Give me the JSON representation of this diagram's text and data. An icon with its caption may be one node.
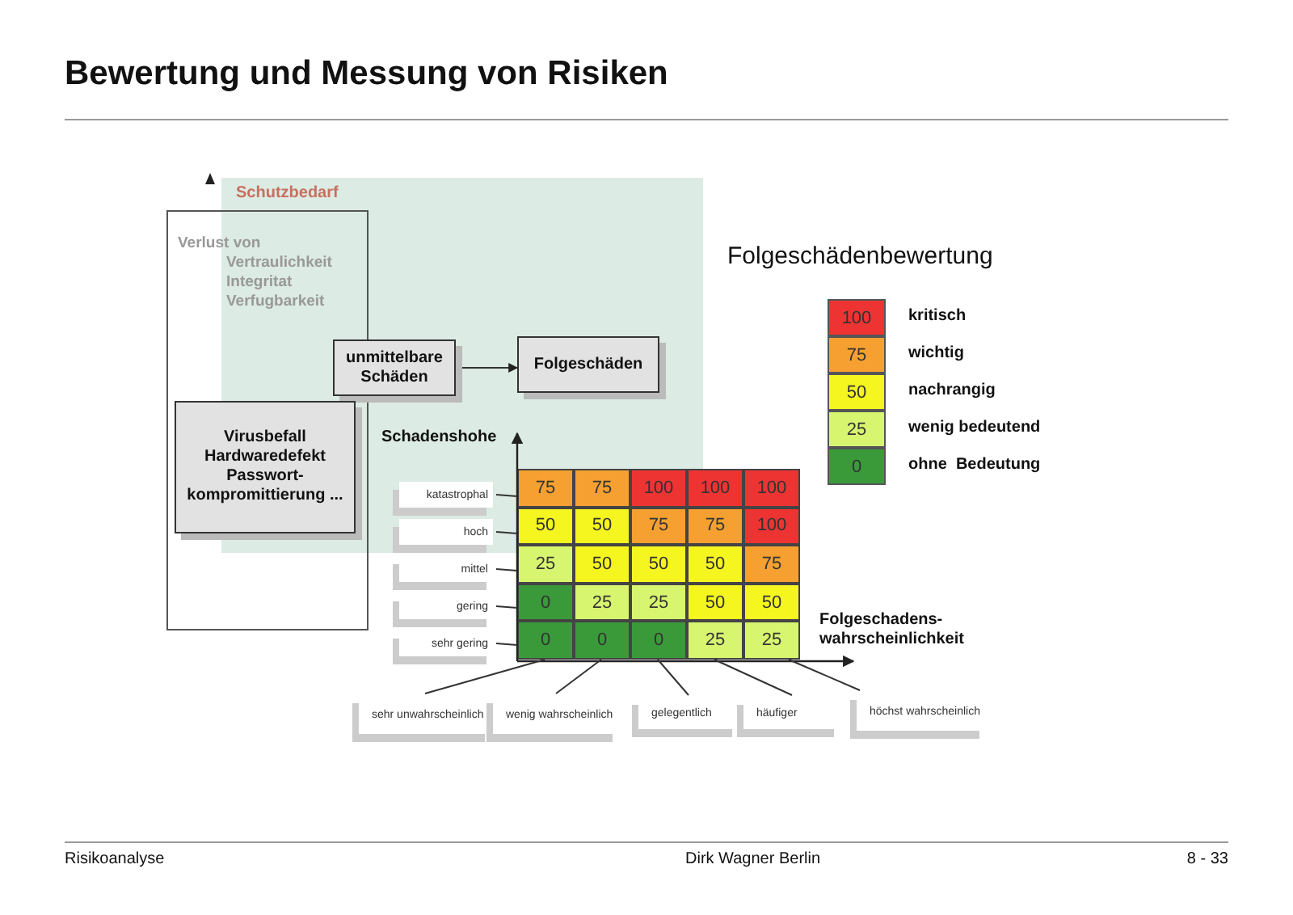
{
  "diagram": {
    "title": "Bewertung und Messung von Risiken",
    "nodes": [
      {
        "text": [
          "Schutzbedarf"
        ]
      },
      {
        "text": [
          "Verlust von",
          "Vertraulichkeit Integritat Verfugbarkeit"
        ]
      },
      {
        "text": [
          "Virusbefall Hardwaredefekt Passwort-kompromittierung ..."
        ],
        "in": 1
      },
      {
        "text": [
          "unmittelbare Schäden"
        ],
        "in": 0
      },
      {
        "text": [
          "Folgeschäden"
        ],
        "in": 0
      },
      {
        "text": [
          "katastrophal"
        ],
        "in": 0
      },
      {
        "text": [
          "hoch"
        ],
        "in": 0
      },
      {
        "text": [
          "mittel"
        ]
      },
      {
        "text": [
          "gering"
        ]
      },
      {
        "text": [
          "sehr gering"
        ]
      },
      {
        "text": [
          "sehr unwahrscheinlich"
        ]
      },
      {
        "text": [
          "wenig wahrscheinlich"
        ]
      },
      {
        "text": [
          "gelegentlich"
        ]
      },
      {
        "text": [
          "häufiger"
        ]
      },
      {
        "text": [
          "höchst wahrscheinlich"
        ]
      },
      {
        "text": [],
        "shape": "box"
      }
    ],
    "edges": [
      {
        "from": 3,
        "to": 4,
        "arrow": "to"
      },
      {
        "from": 5,
        "to": 15,
        "arrow": "none"
      },
      {
        "from": 6,
        "to": 15,
        "arrow": "none"
      },
      {
        "from": 7,
        "to": 15,
        "arrow": "none"
      },
      {
        "from": 8,
        "to": 15,
        "arrow": "none"
      },
      {
        "from": 9,
        "to": 15,
        "arrow": "none"
      },
      {
        "from": 10,
        "to": 15,
        "arrow": "none"
      },
      {
        "from": 11,
        "to": 15,
        "arrow": "none"
      },
      {
        "from": 12,
        "to": 15,
        "arrow": "none"
      },
      {
        "from": 13,
        "to": 15,
        "arrow": "none"
      },
      {
        "from": 14,
        "to": 15,
        "arrow": "none"
      }
    ],
    "labels": [
      "Folgeschädenbewertung",
      "100",
      "75",
      "50",
      "25",
      "0",
      "Schadenshohe",
      "Folgeschadens- wahrscheinlichkeit",
      "75",
      "75",
      "100",
      "100",
      "100",
      "50",
      "50",
      "75",
      "75",
      "100",
      "25",
      "50",
      "50",
      "50",
      "75",
      "0",
      "25",
      "25",
      "50",
      "50",
      "0",
      "0",
      "0",
      "25",
      "25",
      "Risikoanalyse",
      "Dirk Wagner Berlin",
      "8 - 33"
    ],
    "legend": [
      {
        "text": "kritisch",
        "color": "#ee3333"
      },
      {
        "text": "wichtig",
        "color": "#f5a030"
      },
      {
        "text": "nachrangig",
        "color": "#f5f520"
      },
      {
        "text": "wenig bedeutend",
        "color": "#d8f570"
      },
      {
        "text": "ohne  Bedeutung",
        "color": "#3a9a3a"
      }
    ]
  }
}
